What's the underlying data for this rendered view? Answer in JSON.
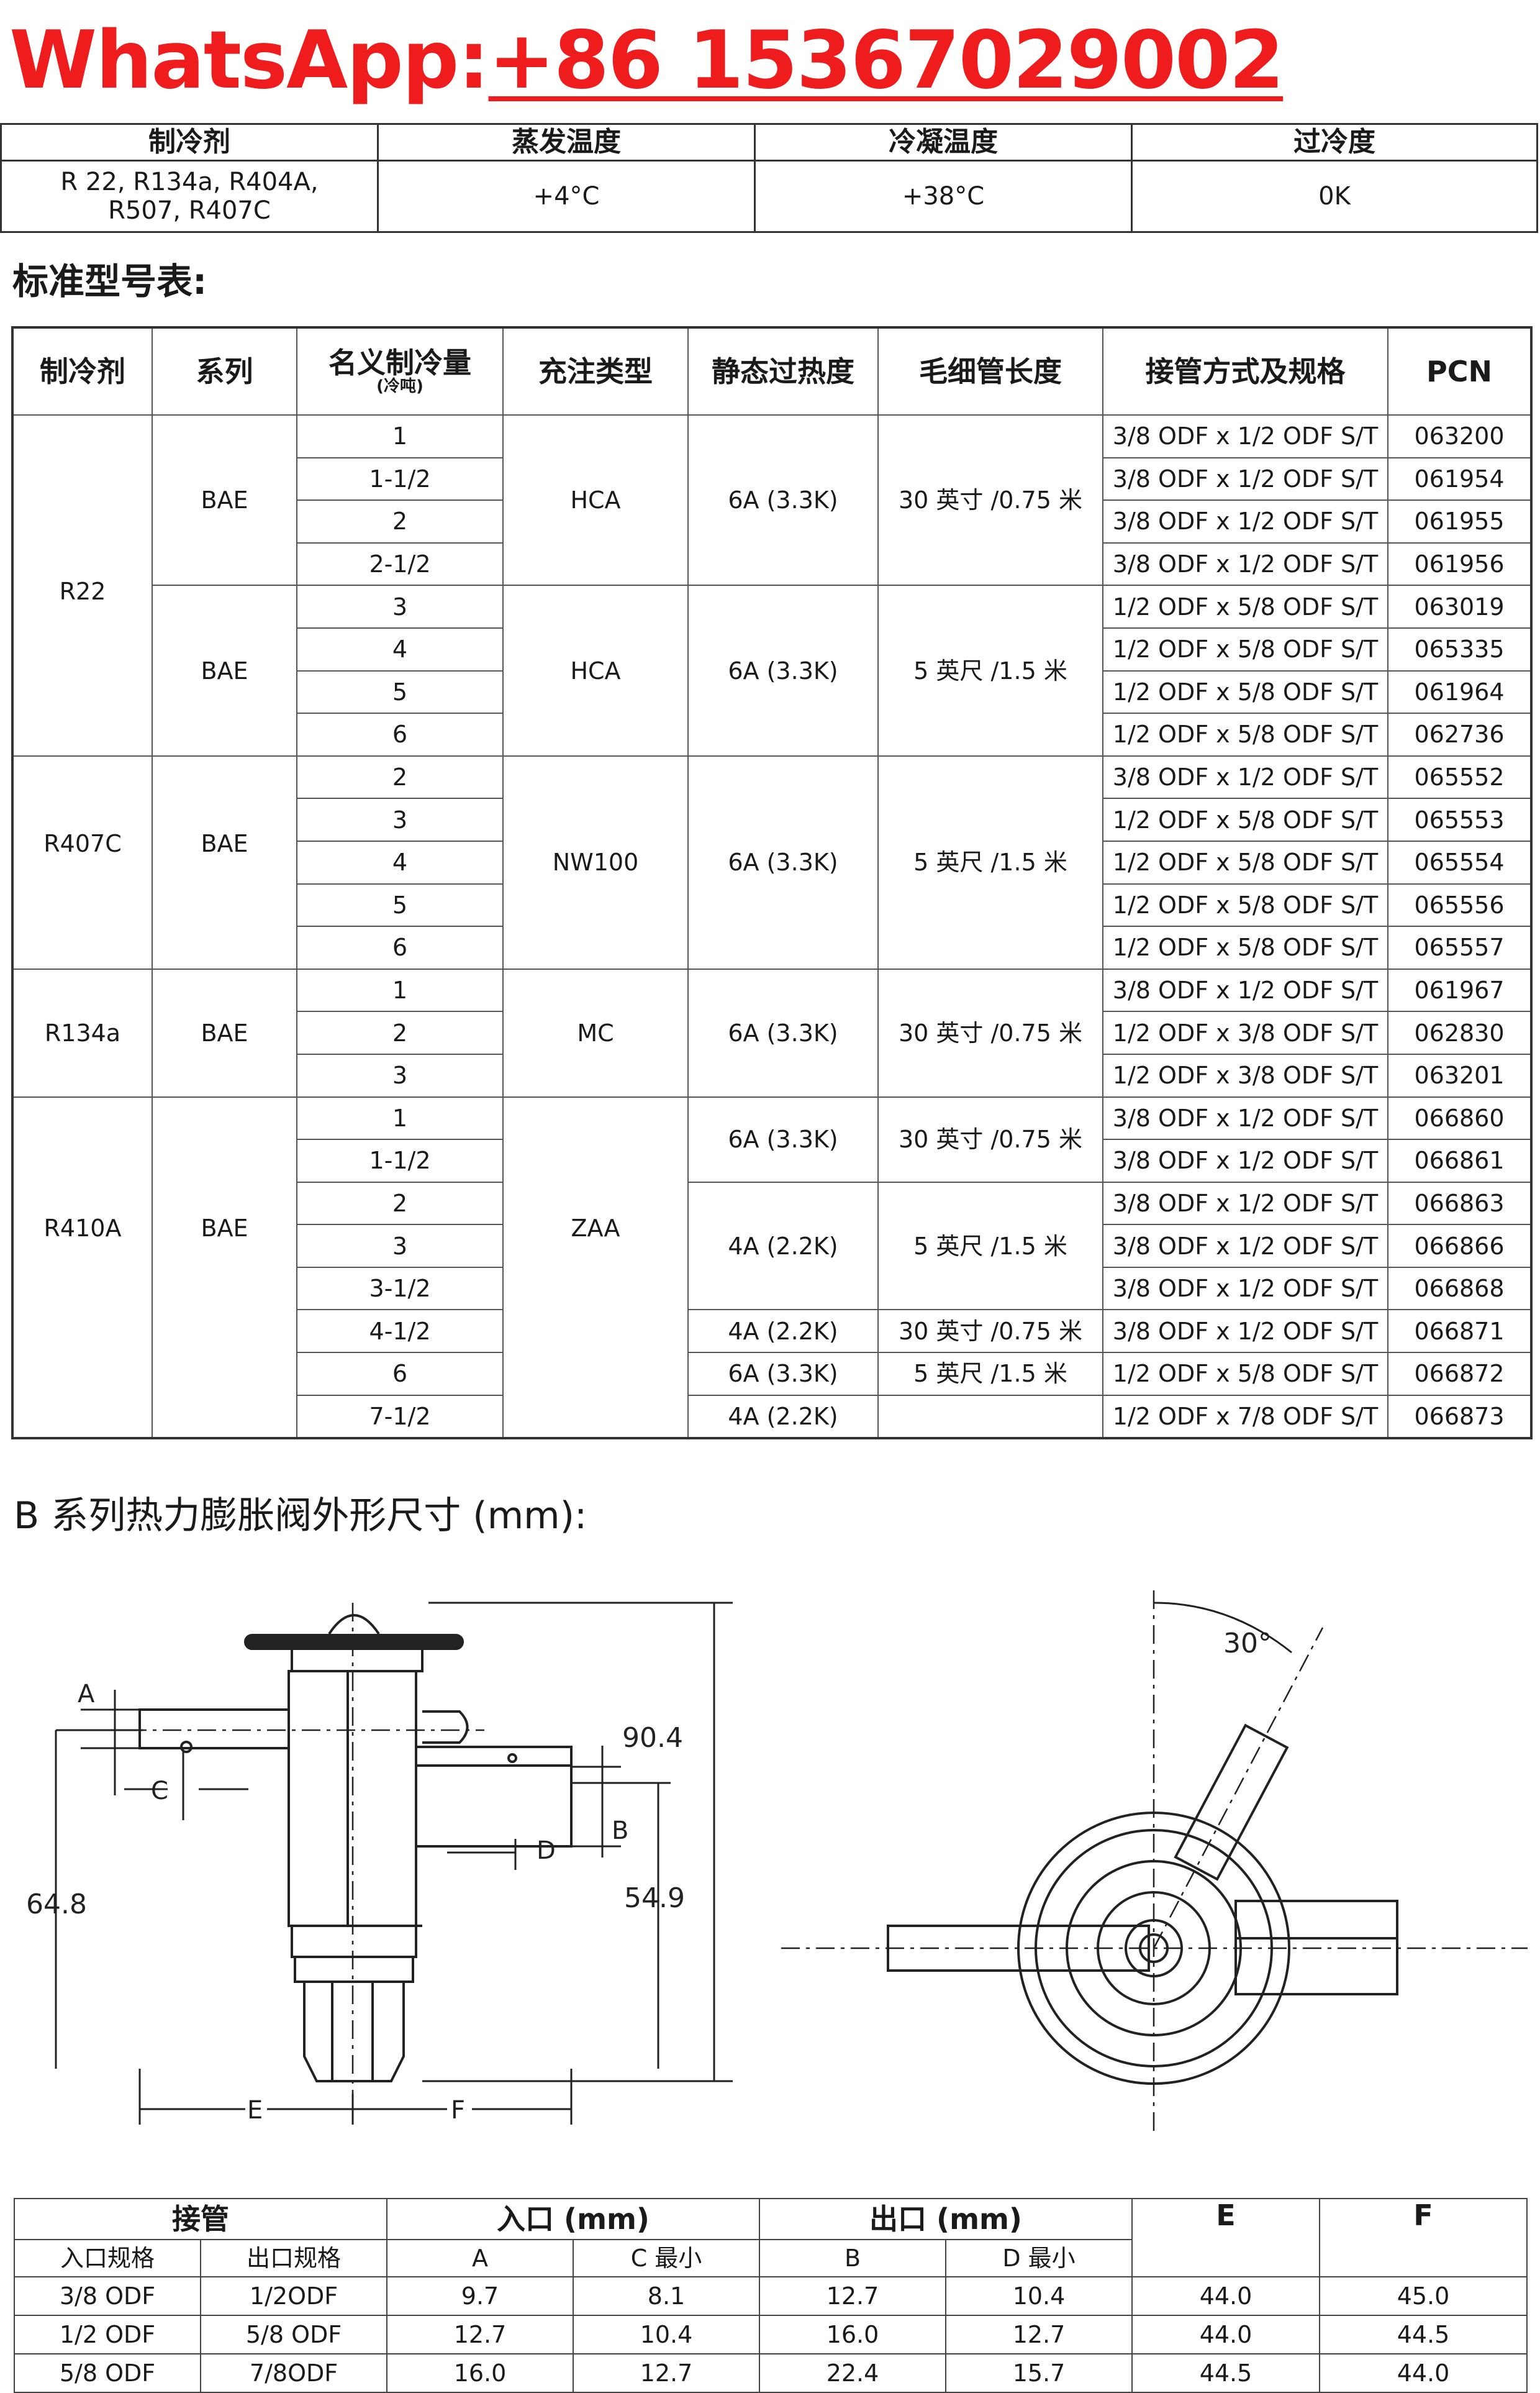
{
  "banner": {
    "label": "WhatsApp:",
    "number": "+86 15367029002"
  },
  "conditions": {
    "headers": [
      "制冷剂",
      "蒸发温度",
      "冷凝温度",
      "过冷度"
    ],
    "values": [
      "R 22, R134a, R404A, R507, R407C",
      "+4°C",
      "+38°C",
      "0K"
    ]
  },
  "standard_table": {
    "title": "标准型号表:",
    "headers": [
      "制冷剂",
      "系列",
      "名义制冷量",
      "充注类型",
      "静态过热度",
      "毛细管长度",
      "接管方式及规格",
      "PCN"
    ],
    "capacity_unit": "(冷吨)",
    "refrigerants": [
      "R22",
      "R407C",
      "R134a",
      "R410A"
    ],
    "series": "BAE",
    "charges": [
      "HCA",
      "HCA",
      "NW100",
      "MC",
      "ZAA"
    ],
    "superheat": {
      "a": "6A (3.3K)",
      "b": "4A (2.2K)"
    },
    "capillary": {
      "a": "30 英寸 /0.75 米",
      "b": "5 英尺 /1.5 米"
    },
    "capacities": [
      "1",
      "1-1/2",
      "2",
      "2-1/2",
      "3",
      "4",
      "5",
      "6",
      "2",
      "3",
      "4",
      "5",
      "6",
      "1",
      "2",
      "3",
      "1",
      "1-1/2",
      "2",
      "3",
      "3-1/2",
      "4-1/2",
      "6",
      "7-1/2"
    ],
    "connections": [
      "3/8 ODF x 1/2 ODF S/T",
      "3/8 ODF x 1/2 ODF S/T",
      "3/8 ODF x 1/2 ODF S/T",
      "3/8 ODF x 1/2 ODF S/T",
      "1/2 ODF x 5/8 ODF S/T",
      "1/2 ODF x 5/8 ODF S/T",
      "1/2 ODF x 5/8 ODF S/T",
      "1/2 ODF x 5/8 ODF S/T",
      "3/8 ODF x 1/2 ODF S/T",
      "1/2 ODF x 5/8 ODF S/T",
      "1/2 ODF x 5/8 ODF S/T",
      "1/2 ODF x 5/8 ODF S/T",
      "1/2 ODF x 5/8 ODF S/T",
      "3/8 ODF x 1/2 ODF S/T",
      "1/2 ODF x 3/8 ODF S/T",
      "1/2 ODF x 3/8 ODF S/T",
      "3/8 ODF x 1/2 ODF S/T",
      "3/8 ODF x 1/2 ODF S/T",
      "3/8 ODF x 1/2 ODF S/T",
      "3/8 ODF x 1/2 ODF S/T",
      "3/8 ODF x 1/2 ODF S/T",
      "3/8 ODF x 1/2 ODF S/T",
      "1/2 ODF x 5/8 ODF S/T",
      "1/2 ODF x 7/8 ODF S/T"
    ],
    "pcn": [
      "063200",
      "061954",
      "061955",
      "061956",
      "063019",
      "065335",
      "061964",
      "062736",
      "065552",
      "065553",
      "065554",
      "065556",
      "065557",
      "061967",
      "062830",
      "063201",
      "066860",
      "066861",
      "066863",
      "066866",
      "066868",
      "066871",
      "066872",
      "066873"
    ]
  },
  "drawing": {
    "title": "B 系列热力膨胀阀外形尺寸 (mm):",
    "labels": {
      "a": "A",
      "b": "B",
      "c": "C",
      "d": "D",
      "e": "E",
      "f": "F",
      "h1": "90.4",
      "h2": "64.8",
      "h3": "54.9",
      "angle": "30°"
    }
  },
  "dimension_table": {
    "group_headers": [
      "接管",
      "入口 (mm)",
      "出口 (mm)",
      "E",
      "F"
    ],
    "sub_headers": [
      "入口规格",
      "出口规格",
      "A",
      "C 最小",
      "B",
      "D 最小"
    ],
    "rows": [
      [
        "3/8 ODF",
        "1/2ODF",
        "9.7",
        "8.1",
        "12.7",
        "10.4",
        "44.0",
        "45.0"
      ],
      [
        "1/2 ODF",
        "5/8 ODF",
        "12.7",
        "10.4",
        "16.0",
        "12.7",
        "44.0",
        "44.5"
      ],
      [
        "5/8 ODF",
        "7/8ODF",
        "16.0",
        "12.7",
        "22.4",
        "15.7",
        "44.5",
        "44.0"
      ]
    ]
  }
}
